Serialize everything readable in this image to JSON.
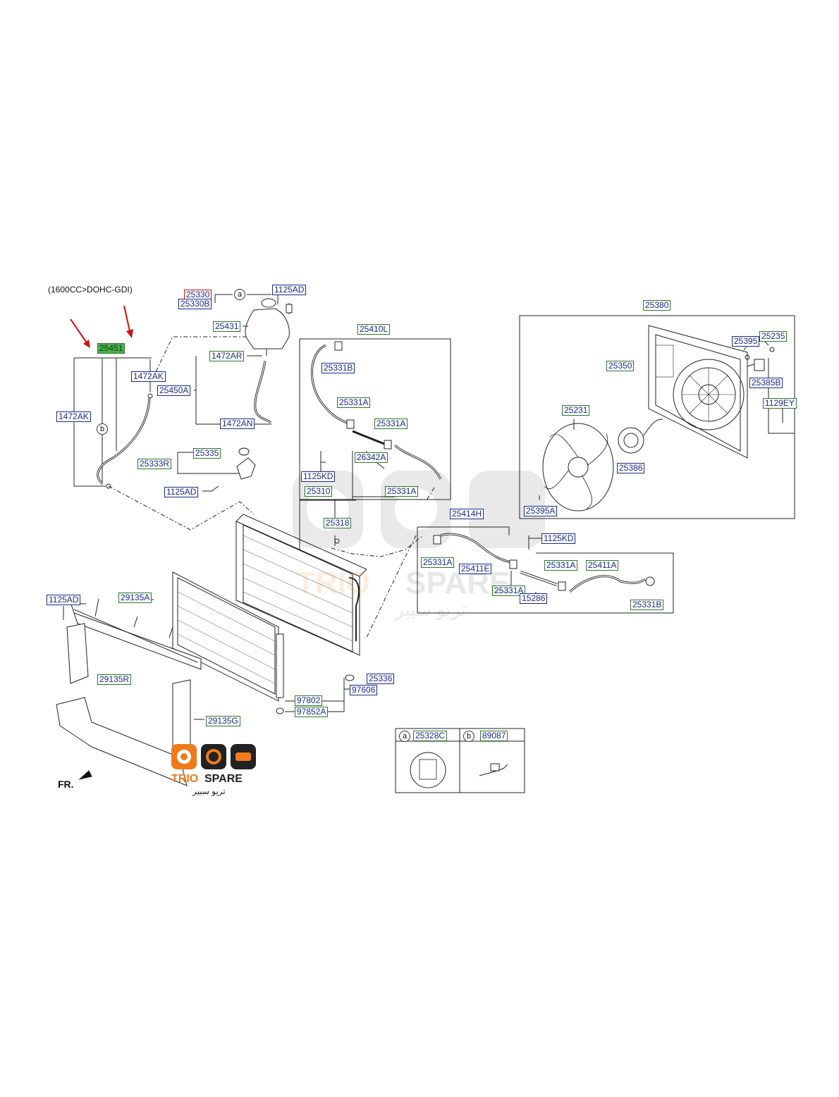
{
  "heading": "(1600CC>DOHC-GDI)",
  "front_marker": "FR.",
  "circle_refs": {
    "a": "a",
    "b": "b"
  },
  "part_labels": {
    "p25330": "25330",
    "p25330B": "25330B",
    "p1125AD_top": "1125AD",
    "p25431": "25431",
    "p25451": "25451",
    "p1472AK_upper": "1472AK",
    "p1472AR": "1472AR",
    "p25450A": "25450A",
    "p1472AK_left": "1472AK",
    "p1472AN": "1472AN",
    "p25335": "25335",
    "p25333R": "25333R",
    "p1125AD_mid": "1125AD",
    "p25410L": "25410L",
    "p25331B_upper": "25331B",
    "p25331A_1": "25331A",
    "p25331A_2": "25331A",
    "p26342A": "26342A",
    "p1125KD_1": "1125KD",
    "p25331A_3": "25331A",
    "p25310": "25310",
    "p25318": "25318",
    "p25414H": "25414H",
    "p1125KD_2": "1125KD",
    "p25331A_4": "25331A",
    "p25411E": "25411E",
    "p25331A_5": "25331A",
    "p25411A": "25411A",
    "p25331A_6": "25331A",
    "p15286": "15286",
    "p25331B_lower": "25331B",
    "p25380": "25380",
    "p25395": "25395",
    "p25235": "25235",
    "p25350": "25350",
    "p25385B": "25385B",
    "p25231": "25231",
    "p1129EY": "1129EY",
    "p25386": "25386",
    "p25395A": "25395A",
    "p1125AD_left": "1125AD",
    "p29135A": "29135A",
    "p29135R": "29135R",
    "p29135G": "29135G",
    "p25336": "25336",
    "p97606": "97606",
    "p97802": "97802",
    "p97852A": "97852A",
    "p25328C": "25328C",
    "p89087": "89087"
  },
  "watermark": {
    "brand_left": "TRIO",
    "brand_right": "SPARE",
    "arabic": "تريو سبير"
  },
  "colors": {
    "label_blue": "#1a2a8a",
    "label_green_border": "#2a7a2a",
    "highlight_fill": "#4caf50",
    "arrow_red": "#d01010",
    "logo_orange": "#f07a1a",
    "logo_dark": "#222222"
  }
}
